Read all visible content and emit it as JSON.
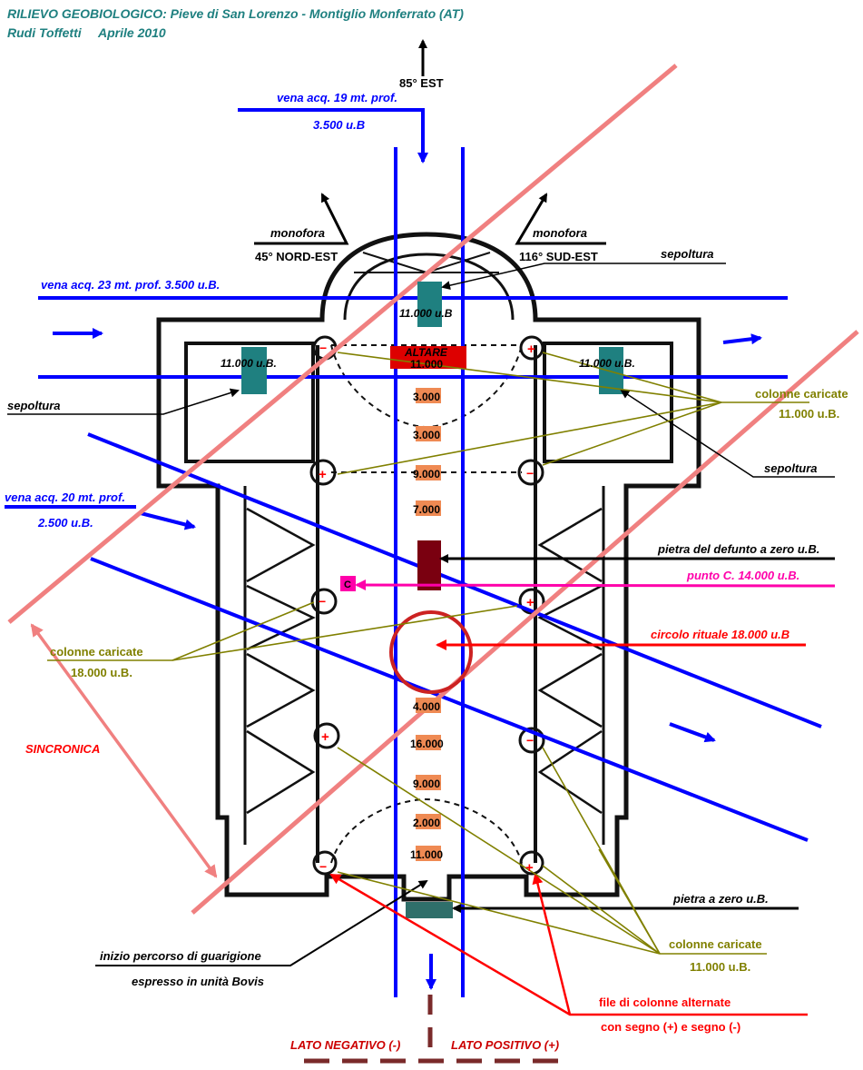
{
  "header": {
    "title": "RILIEVO GEOBIOLOGICO: Pieve di San Lorenzo - Montiglio Monferrato (AT)",
    "author": "Rudi Toffetti",
    "date": "Aprile 2010"
  },
  "orientation": {
    "main": "85° EST",
    "left_window": "monofora",
    "left_angle": "45° NORD-EST",
    "right_window": "monofora",
    "right_angle": "116° SUD-EST"
  },
  "veins": {
    "v19_line1": "vena acq. 19 mt. prof.",
    "v19_line2": "3.500 u.B",
    "v23": "vena acq. 23 mt. prof.  3.500 u.B.",
    "v20_line1": "vena acq. 20 mt. prof.",
    "v20_line2": "2.500 u.B."
  },
  "burials": {
    "top": "sepoltura",
    "left": "sepoltura",
    "right": "sepoltura"
  },
  "values": {
    "apse": "11.000 u.B",
    "left_chapel": "11.000 u.B.",
    "right_chapel": "11.000 u.B.",
    "altar_label": "ALTARE",
    "altar_value": "11.000",
    "nave": [
      "3.000",
      "3.000",
      "9.000",
      "7.000",
      "4.000",
      "16.000",
      "9.000",
      "2.000",
      "11.000"
    ],
    "point_c_mark": "C"
  },
  "columns": {
    "top_right_line1": "colonne caricate",
    "top_right_line2": "11.000 u.B.",
    "left_line1": "colonne caricate",
    "left_line2": "18.000 u.B.",
    "bottom_right_line1": "colonne caricate",
    "bottom_right_line2": "11.000 u.B.",
    "plus": "+",
    "minus": "−"
  },
  "annotations": {
    "dead_stone": "pietra del defunto a zero u.B.",
    "point_c": "punto C. 14.000 u.B.",
    "ritual_circle": "circolo rituale 18.000 u.B",
    "zero_stone": "pietra a zero u.B.",
    "healing_line1": "inizio percorso di guarigione",
    "healing_line2": "espresso in unità Bovis",
    "alternate_line1": "file di colonne alternate",
    "alternate_line2": "con segno (+) e segno (-)",
    "sincronica": "SINCRONICA",
    "negative_side": "LATO NEGATIVO (-)",
    "positive_side": "LATO POSITIVO (+)"
  },
  "colors": {
    "teal": "#1f8080",
    "blue": "#0000ff",
    "pink_line": "#f08080",
    "red": "#ff0000",
    "olive": "#808000",
    "magenta": "#ff00aa",
    "orange": "#ef8a53",
    "maroon": "#800020",
    "dark_red_dash": "#7a2a2a"
  }
}
